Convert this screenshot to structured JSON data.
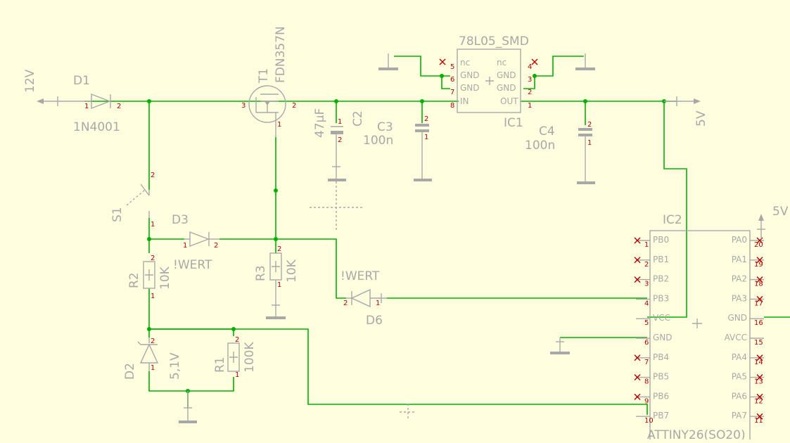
{
  "schematic": {
    "parts": {
      "d1": {
        "name": "D1",
        "value": "1N4001"
      },
      "t1": {
        "name": "T1",
        "value": "FDN357N"
      },
      "c2": {
        "name": "C2",
        "value": "47µF"
      },
      "c3": {
        "name": "C3",
        "value": "100n"
      },
      "c4": {
        "name": "C4",
        "value": "100n"
      },
      "ic1": {
        "name": "IC1",
        "value": "78L05_SMD"
      },
      "s1": {
        "name": "S1"
      },
      "d3": {
        "name": "D3",
        "value": "!WERT"
      },
      "r2": {
        "name": "R2",
        "value": "10K"
      },
      "r3": {
        "name": "R3",
        "value": "10K"
      },
      "d6": {
        "name": "D6",
        "value": "!WERT"
      },
      "d2": {
        "name": "D2",
        "value": "5,1V"
      },
      "r1": {
        "name": "R1",
        "value": "100K"
      },
      "ic2": {
        "name": "IC2",
        "value": "ATTINY26(SO20)"
      }
    },
    "supplies": {
      "v12": "12V",
      "v5_right": "5V",
      "v5_ic2": "5V"
    },
    "ic1_pins": {
      "left": [
        {
          "num": "5",
          "name": "nc"
        },
        {
          "num": "6",
          "name": "GND"
        },
        {
          "num": "7",
          "name": "GND"
        },
        {
          "num": "8",
          "name": "IN"
        }
      ],
      "right": [
        {
          "num": "4",
          "name": "nc"
        },
        {
          "num": "3",
          "name": "GND"
        },
        {
          "num": "2",
          "name": "GND"
        },
        {
          "num": "1",
          "name": "OUT"
        }
      ]
    },
    "ic2_pins": {
      "left": [
        {
          "num": "1",
          "name": "PB0"
        },
        {
          "num": "2",
          "name": "PB1"
        },
        {
          "num": "3",
          "name": "PB2"
        },
        {
          "num": "4",
          "name": "PB3"
        },
        {
          "num": "5",
          "name": "VCC"
        },
        {
          "num": "6",
          "name": "GND"
        },
        {
          "num": "7",
          "name": "PB4"
        },
        {
          "num": "8",
          "name": "PB5"
        },
        {
          "num": "9",
          "name": "PB6"
        },
        {
          "num": "10",
          "name": "PB7"
        }
      ],
      "right": [
        {
          "num": "20",
          "name": "PA0"
        },
        {
          "num": "19",
          "name": "PA1"
        },
        {
          "num": "18",
          "name": "PA2"
        },
        {
          "num": "17",
          "name": "PA3"
        },
        {
          "num": "16",
          "name": "GND"
        },
        {
          "num": "15",
          "name": "AVCC"
        },
        {
          "num": "14",
          "name": "PA4"
        },
        {
          "num": "13",
          "name": "PA5"
        },
        {
          "num": "12",
          "name": "PA6"
        },
        {
          "num": "11",
          "name": "PA7"
        }
      ]
    },
    "pin_labels": {
      "d1_a": "1",
      "d1_k": "2",
      "t1_s": "3",
      "t1_d": "2",
      "t1_g": "1",
      "c2_p": "1",
      "c2_n": "2",
      "c3_a": "2",
      "c3_b": "1",
      "c4_a": "2",
      "c4_b": "1",
      "s1_a": "2",
      "s1_b": "1",
      "d3_a": "1",
      "d3_k": "2",
      "r2_a": "2",
      "r2_b": "1",
      "r3_a": "2",
      "r3_b": "1",
      "d6_k": "2",
      "d6_a": "1",
      "d2_a": "2",
      "d2_b": "1",
      "r1_a": "2",
      "r1_b": "1"
    }
  }
}
